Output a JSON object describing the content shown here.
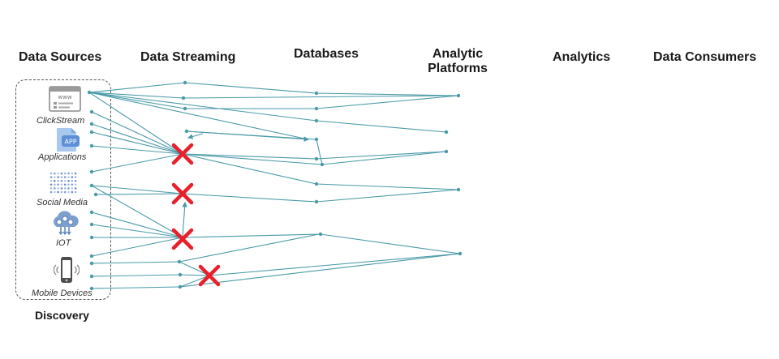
{
  "headers": {
    "data_sources": "Data Sources",
    "data_streaming": "Data Streaming",
    "databases": "Databases",
    "analytic_platforms_line1": "Analytic",
    "analytic_platforms_line2": "Platforms",
    "analytics": "Analytics",
    "data_consumers": "Data Consumers"
  },
  "sources": [
    {
      "label": "ClickStream",
      "icon": "browser-window-icon"
    },
    {
      "label": "Applications",
      "icon": "app-icon"
    },
    {
      "label": "Social Media",
      "icon": "social-grid-icon"
    },
    {
      "label": "IOT",
      "icon": "cloud-iot-icon"
    },
    {
      "label": "Mobile Devices",
      "icon": "mobile-phone-icon"
    }
  ],
  "footer": {
    "discovery": "Discovery"
  },
  "colors": {
    "line": "#4a9aa8",
    "node": "#4a9aa8",
    "cross": "#e8202a",
    "box_border": "#555555"
  },
  "failure_markers": 4
}
